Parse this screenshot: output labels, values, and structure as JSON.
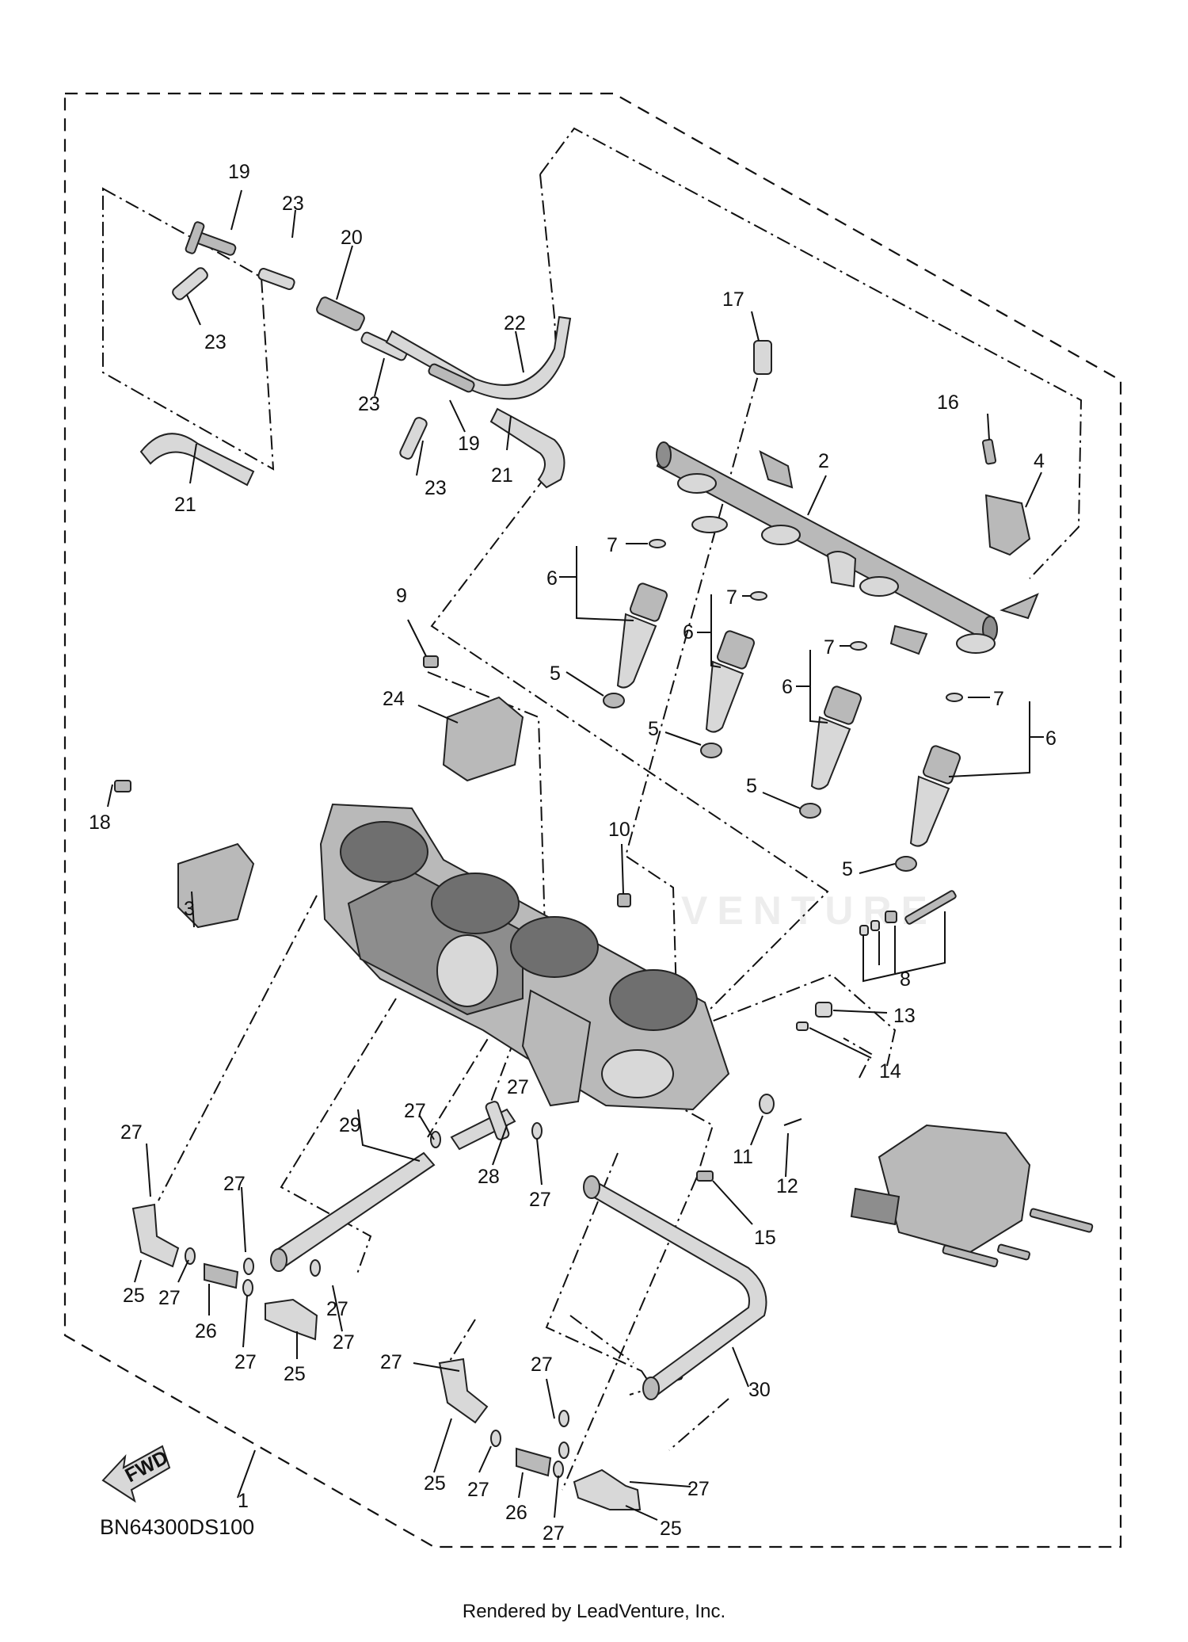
{
  "diagram": {
    "code": "BN64300DS100",
    "credit": "Rendered by LeadVenture, Inc.",
    "watermark": "VENTURE",
    "fwd_label": "FWD",
    "callouts": [
      {
        "id": "c1",
        "text": "1"
      },
      {
        "id": "c2",
        "text": "2"
      },
      {
        "id": "c3",
        "text": "3"
      },
      {
        "id": "c4",
        "text": "4"
      },
      {
        "id": "c5a",
        "text": "5"
      },
      {
        "id": "c5b",
        "text": "5"
      },
      {
        "id": "c5c",
        "text": "5"
      },
      {
        "id": "c5d",
        "text": "5"
      },
      {
        "id": "c6a",
        "text": "6"
      },
      {
        "id": "c6b",
        "text": "6"
      },
      {
        "id": "c6c",
        "text": "6"
      },
      {
        "id": "c6d",
        "text": "6"
      },
      {
        "id": "c7a",
        "text": "7"
      },
      {
        "id": "c7b",
        "text": "7"
      },
      {
        "id": "c7c",
        "text": "7"
      },
      {
        "id": "c7d",
        "text": "7"
      },
      {
        "id": "c8",
        "text": "8"
      },
      {
        "id": "c9",
        "text": "9"
      },
      {
        "id": "c10",
        "text": "10"
      },
      {
        "id": "c11",
        "text": "11"
      },
      {
        "id": "c12",
        "text": "12"
      },
      {
        "id": "c13",
        "text": "13"
      },
      {
        "id": "c14",
        "text": "14"
      },
      {
        "id": "c15",
        "text": "15"
      },
      {
        "id": "c16",
        "text": "16"
      },
      {
        "id": "c17",
        "text": "17"
      },
      {
        "id": "c18",
        "text": "18"
      },
      {
        "id": "c19a",
        "text": "19"
      },
      {
        "id": "c19b",
        "text": "19"
      },
      {
        "id": "c20",
        "text": "20"
      },
      {
        "id": "c21a",
        "text": "21"
      },
      {
        "id": "c21b",
        "text": "21"
      },
      {
        "id": "c22",
        "text": "22"
      },
      {
        "id": "c23a",
        "text": "23"
      },
      {
        "id": "c23b",
        "text": "23"
      },
      {
        "id": "c23c",
        "text": "23"
      },
      {
        "id": "c23d",
        "text": "23"
      },
      {
        "id": "c24",
        "text": "24"
      },
      {
        "id": "c25a",
        "text": "25"
      },
      {
        "id": "c25b",
        "text": "25"
      },
      {
        "id": "c25c",
        "text": "25"
      },
      {
        "id": "c25d",
        "text": "25"
      },
      {
        "id": "c26a",
        "text": "26"
      },
      {
        "id": "c26b",
        "text": "26"
      },
      {
        "id": "c27a",
        "text": "27"
      },
      {
        "id": "c27b",
        "text": "27"
      },
      {
        "id": "c27c",
        "text": "27"
      },
      {
        "id": "c27d",
        "text": "27"
      },
      {
        "id": "c27e",
        "text": "27"
      },
      {
        "id": "c27f",
        "text": "27"
      },
      {
        "id": "c27g",
        "text": "27"
      },
      {
        "id": "c27h",
        "text": "27"
      },
      {
        "id": "c27i",
        "text": "27"
      },
      {
        "id": "c27j",
        "text": "27"
      },
      {
        "id": "c27k",
        "text": "27"
      },
      {
        "id": "c27l",
        "text": "27"
      },
      {
        "id": "c27m",
        "text": "27"
      },
      {
        "id": "c27n",
        "text": "27"
      },
      {
        "id": "c28",
        "text": "28"
      },
      {
        "id": "c29",
        "text": "29"
      },
      {
        "id": "c30",
        "text": "30"
      }
    ]
  }
}
